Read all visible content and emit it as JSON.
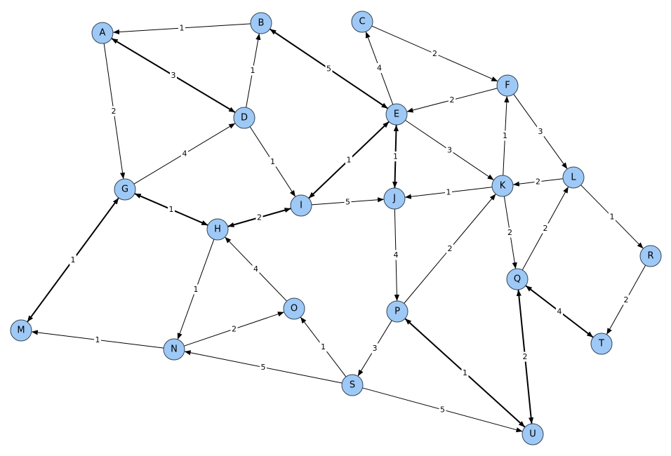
{
  "colors": {
    "node_fill": "#9ec9f6",
    "node_stroke": "#334455",
    "edge": "#000000",
    "background": "#ffffff"
  },
  "nodes": [
    {
      "id": "A",
      "label": "A"
    },
    {
      "id": "B",
      "label": "B"
    },
    {
      "id": "C",
      "label": "C"
    },
    {
      "id": "D",
      "label": "D"
    },
    {
      "id": "E",
      "label": "E"
    },
    {
      "id": "F",
      "label": "F"
    },
    {
      "id": "G",
      "label": "G"
    },
    {
      "id": "H",
      "label": "H"
    },
    {
      "id": "I",
      "label": "I"
    },
    {
      "id": "J",
      "label": "J"
    },
    {
      "id": "K",
      "label": "K"
    },
    {
      "id": "L",
      "label": "L"
    },
    {
      "id": "M",
      "label": "M"
    },
    {
      "id": "N",
      "label": "N"
    },
    {
      "id": "O",
      "label": "O"
    },
    {
      "id": "P",
      "label": "P"
    },
    {
      "id": "Q",
      "label": "Q"
    },
    {
      "id": "R",
      "label": "R"
    },
    {
      "id": "S",
      "label": "S"
    },
    {
      "id": "T",
      "label": "T"
    },
    {
      "id": "U",
      "label": "U"
    }
  ],
  "edges": [
    {
      "from": "B",
      "to": "A",
      "weight": "1",
      "bidirectional": false
    },
    {
      "from": "A",
      "to": "G",
      "weight": "2",
      "bidirectional": false
    },
    {
      "from": "A",
      "to": "D",
      "weight": "3",
      "bidirectional": true
    },
    {
      "from": "D",
      "to": "B",
      "weight": "1",
      "bidirectional": false
    },
    {
      "from": "B",
      "to": "E",
      "weight": "5",
      "bidirectional": true
    },
    {
      "from": "E",
      "to": "C",
      "weight": "4",
      "bidirectional": false
    },
    {
      "from": "C",
      "to": "F",
      "weight": "2",
      "bidirectional": false
    },
    {
      "from": "F",
      "to": "E",
      "weight": "2",
      "bidirectional": false
    },
    {
      "from": "F",
      "to": "L",
      "weight": "3",
      "bidirectional": false
    },
    {
      "from": "G",
      "to": "D",
      "weight": "4",
      "bidirectional": false
    },
    {
      "from": "D",
      "to": "I",
      "weight": "1",
      "bidirectional": false
    },
    {
      "from": "I",
      "to": "E",
      "weight": "1",
      "bidirectional": true
    },
    {
      "from": "E",
      "to": "J",
      "weight": "1",
      "bidirectional": true
    },
    {
      "from": "E",
      "to": "K",
      "weight": "3",
      "bidirectional": false
    },
    {
      "from": "K",
      "to": "F",
      "weight": "1",
      "bidirectional": false
    },
    {
      "from": "L",
      "to": "K",
      "weight": "2",
      "bidirectional": false
    },
    {
      "from": "K",
      "to": "J",
      "weight": "1",
      "bidirectional": false
    },
    {
      "from": "I",
      "to": "J",
      "weight": "5",
      "bidirectional": false
    },
    {
      "from": "G",
      "to": "H",
      "weight": "1",
      "bidirectional": true
    },
    {
      "from": "H",
      "to": "I",
      "weight": "2",
      "bidirectional": true
    },
    {
      "from": "G",
      "to": "M",
      "weight": "1",
      "bidirectional": true
    },
    {
      "from": "H",
      "to": "N",
      "weight": "1",
      "bidirectional": false
    },
    {
      "from": "O",
      "to": "H",
      "weight": "4",
      "bidirectional": false
    },
    {
      "from": "N",
      "to": "O",
      "weight": "2",
      "bidirectional": false
    },
    {
      "from": "N",
      "to": "M",
      "weight": "1",
      "bidirectional": false
    },
    {
      "from": "S",
      "to": "N",
      "weight": "5",
      "bidirectional": false
    },
    {
      "from": "S",
      "to": "O",
      "weight": "1",
      "bidirectional": false
    },
    {
      "from": "P",
      "to": "S",
      "weight": "3",
      "bidirectional": false
    },
    {
      "from": "J",
      "to": "P",
      "weight": "4",
      "bidirectional": false
    },
    {
      "from": "P",
      "to": "K",
      "weight": "2",
      "bidirectional": false
    },
    {
      "from": "P",
      "to": "U",
      "weight": "1",
      "bidirectional": true
    },
    {
      "from": "S",
      "to": "U",
      "weight": "5",
      "bidirectional": false
    },
    {
      "from": "K",
      "to": "Q",
      "weight": "2",
      "bidirectional": false
    },
    {
      "from": "Q",
      "to": "L",
      "weight": "2",
      "bidirectional": false
    },
    {
      "from": "L",
      "to": "R",
      "weight": "1",
      "bidirectional": false
    },
    {
      "from": "R",
      "to": "T",
      "weight": "2",
      "bidirectional": false
    },
    {
      "from": "Q",
      "to": "T",
      "weight": "4",
      "bidirectional": true
    },
    {
      "from": "Q",
      "to": "U",
      "weight": "2",
      "bidirectional": true
    }
  ]
}
